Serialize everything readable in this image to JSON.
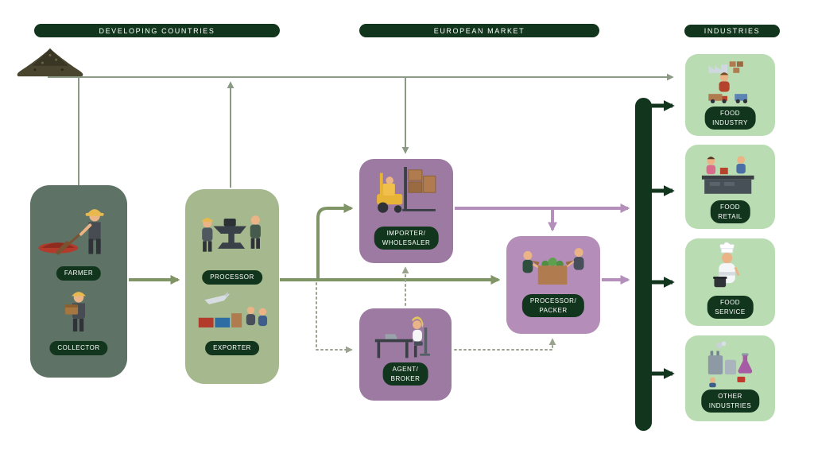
{
  "palette": {
    "dark_green": "#12361d",
    "farmer_box": "#5e7365",
    "processor_box": "#a6b88e",
    "purple_box": "#9d7aa2",
    "purple_box_light": "#b48eb8",
    "industry_box": "#badcb3",
    "sage_arrow": "#7f9566",
    "purple_arrow": "#b58fbb",
    "gray_line": "#8a9a84",
    "dotted_line": "#9aa38e"
  },
  "header_badges": [
    {
      "id": "developing-countries",
      "label": "DEVELOPING COUNTRIES"
    },
    {
      "id": "european-market",
      "label": "EUROPEAN MARKET"
    },
    {
      "id": "industries",
      "label": "INDUSTRIES"
    }
  ],
  "nodes": {
    "farmer": "FARMER",
    "collector": "COLLECTOR",
    "processor": "PROCESSOR",
    "exporter": "EXPORTER",
    "importer_wholesaler": "IMPORTER/\nWHOLESALER",
    "agent_broker": "AGENT/\nBROKER",
    "processor_packer": "PROCESSOR/\nPACKER"
  },
  "industries": [
    {
      "label": "FOOD\nINDUSTRY"
    },
    {
      "label": "FOOD\nRETAIL"
    },
    {
      "label": "FOOD\nSERVICE"
    },
    {
      "label": "OTHER\nINDUSTRIES"
    }
  ],
  "icons": {
    "origin": "commodity-pile",
    "farmer": "farmer-raking-illustration",
    "collector": "collector-carrying-box-illustration",
    "processor": "processing-machine-workers-illustration",
    "exporter": "exporter-shipping-illustration",
    "importer_wholesaler": "forklift-warehouse-illustration",
    "agent_broker": "agent-at-desk-illustration",
    "processor_packer": "packing-produce-illustration",
    "food_industry": "food-factory-illustration",
    "food_retail": "retail-checkout-illustration",
    "food_service": "chef-cooking-illustration",
    "other_industries": "industrial-lab-illustration"
  }
}
